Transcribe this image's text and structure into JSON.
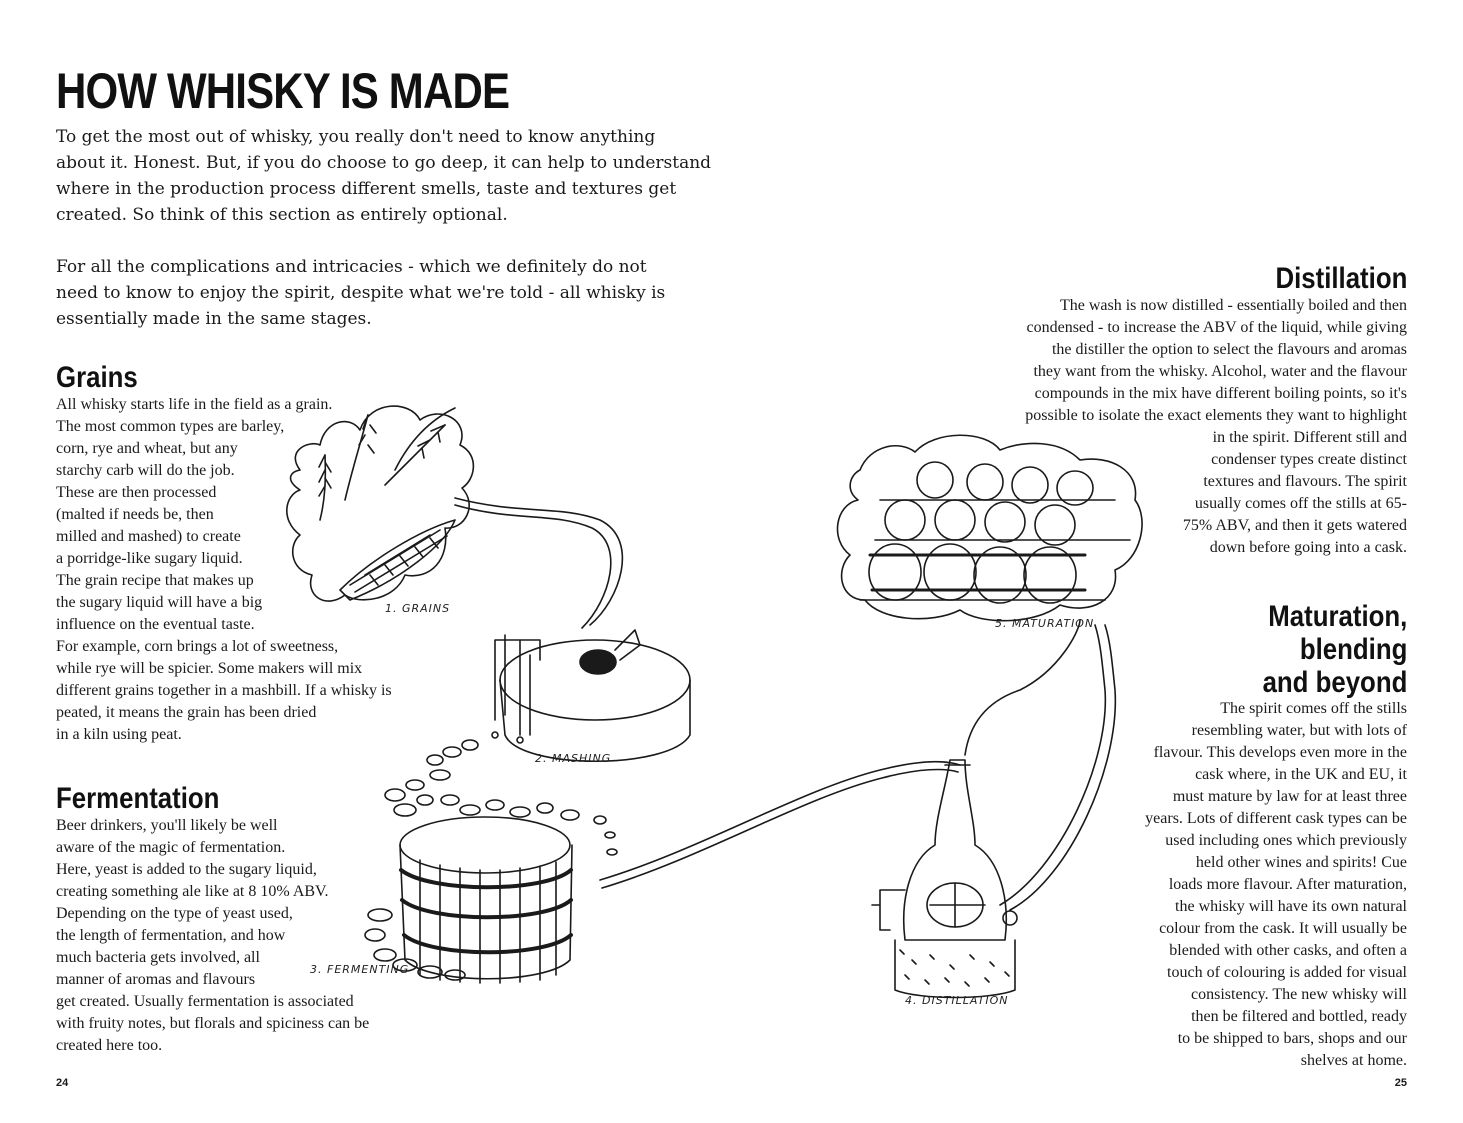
{
  "title": "HOW WHISKY IS MADE",
  "intro": {
    "p1": [
      "To get the most out of whisky, you really don't need to know anything",
      "about it. Honest. But, if you do choose to go deep, it can help to understand",
      "where in the production process different smells, taste and textures get",
      "created. So think of this section as entirely optional."
    ],
    "p2": [
      "For all the complications and intricacies - which we definitely do not",
      "need to know to enjoy the spirit, despite what we're told - all whisky is",
      "essentially made in the same stages."
    ]
  },
  "sections": {
    "grains": {
      "heading": "Grains",
      "lines": [
        "All whisky starts life in the field as a grain.",
        "The most common types are barley,",
        "corn, rye and wheat, but any",
        "starchy carb will do the job.",
        "These are then processed",
        "(malted if needs be, then",
        "milled and mashed) to create",
        "a porridge-like sugary liquid.",
        "The grain recipe that makes up",
        "the sugary liquid will have a big",
        "influence on the eventual taste.",
        "For example, corn brings a lot of sweetness,",
        "while rye will be spicier. Some makers will mix",
        "different grains together in a mashbill. If a whisky is",
        "peated, it means the grain has been dried",
        "in a kiln using peat."
      ]
    },
    "fermentation": {
      "heading": "Fermentation",
      "lines": [
        "Beer drinkers, you'll likely be well",
        "aware of the magic of fermentation.",
        "Here, yeast is added to the sugary liquid,",
        "creating something ale like at 8 10% ABV.",
        "Depending on the type of yeast used,",
        "the length of fermentation, and how",
        "much bacteria gets involved, all",
        "manner of aromas and flavours",
        "get created. Usually fermentation is associated",
        "with fruity notes, but florals and spiciness can be",
        "created here too."
      ]
    },
    "distillation": {
      "heading": "Distillation",
      "lines": [
        "The wash is now distilled - essentially boiled and then",
        "condensed - to increase the ABV of the liquid, while giving",
        "the distiller the option to select the flavours and aromas",
        "they want from the whisky. Alcohol, water and the flavour",
        "compounds in the mix have different boiling points, so it's",
        "possible to isolate the exact elements they want to highlight",
        "in the spirit. Different still and",
        "condenser types create distinct",
        "textures and flavours. The spirit",
        "usually comes off the stills at 65-",
        "75% ABV, and then it gets watered",
        "down before going into a cask."
      ]
    },
    "maturation": {
      "heading_lines": [
        "Maturation,",
        "blending",
        "and beyond"
      ],
      "lines": [
        "The spirit comes off the stills",
        "resembling water, but with lots of",
        "flavour. This develops even more in the",
        "cask where, in the UK and EU, it",
        "must mature by law for at least three",
        "years. Lots of different cask types can be",
        "used  including ones which previously",
        "held other wines and spirits! Cue",
        "loads more flavour. After maturation,",
        "the whisky will have its own natural",
        "colour from the cask. It will usually be",
        "blended with other casks, and often a",
        "touch of colouring is added for visual",
        "consistency. The new whisky will",
        "then be filtered and bottled, ready",
        "to be shipped to bars, shops and our",
        "shelves at home."
      ]
    }
  },
  "captions": {
    "grains": "1. GRAINS",
    "mashing": "2. MASHING",
    "fermenting": "3. FERMENTING",
    "distillation": "4. DISTILLATION",
    "maturation": "5. MATURATION"
  },
  "folios": {
    "left": "24",
    "right": "25"
  },
  "colors": {
    "ink": "#1a1a1a",
    "paper": "#ffffff"
  }
}
